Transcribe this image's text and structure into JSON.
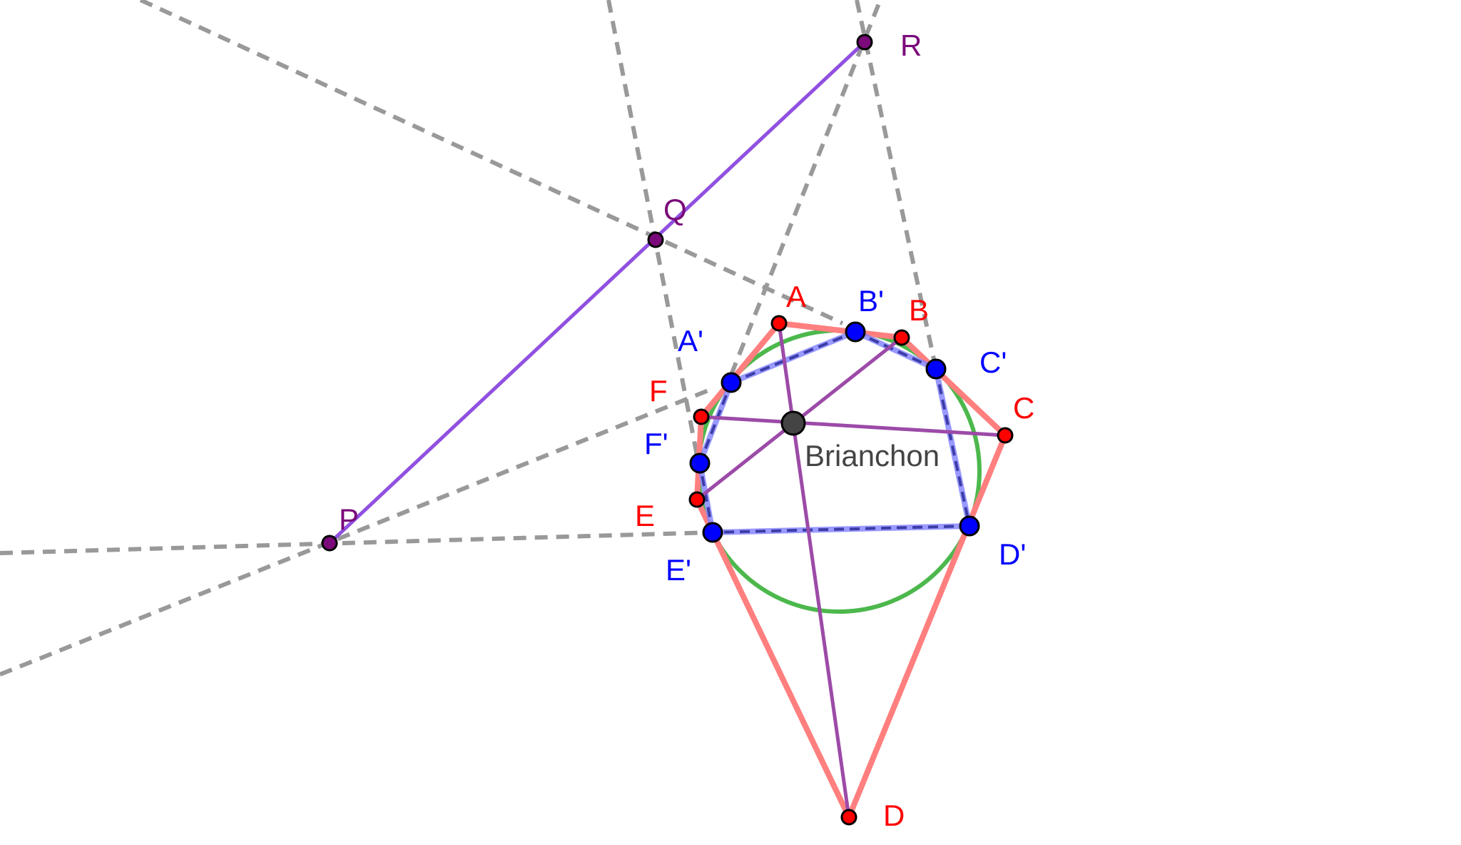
{
  "colors": {
    "hexagon": "#ff7f7f",
    "tangent_hexagon": "#3d3da8",
    "tangent_hexagon_glow": "#7f7fff",
    "circle": "#4cb84c",
    "diagonal": "#9c4aa8",
    "pascal_line": "#9050e0",
    "construction": "#999999",
    "vertex_point": "#ff0000",
    "tangent_point": "#0000ff",
    "intersection_point": "#7a0a7a",
    "brianchon_point": "#444444"
  },
  "labels": {
    "A": "A",
    "B": "B",
    "C": "C",
    "D": "D",
    "E": "E",
    "F": "F",
    "A_prime": "A'",
    "B_prime": "B'",
    "C_prime": "C'",
    "D_prime": "D'",
    "E_prime": "E'",
    "F_prime": "F'",
    "P": "P",
    "Q": "Q",
    "R": "R",
    "brianchon": "Brianchon"
  }
}
